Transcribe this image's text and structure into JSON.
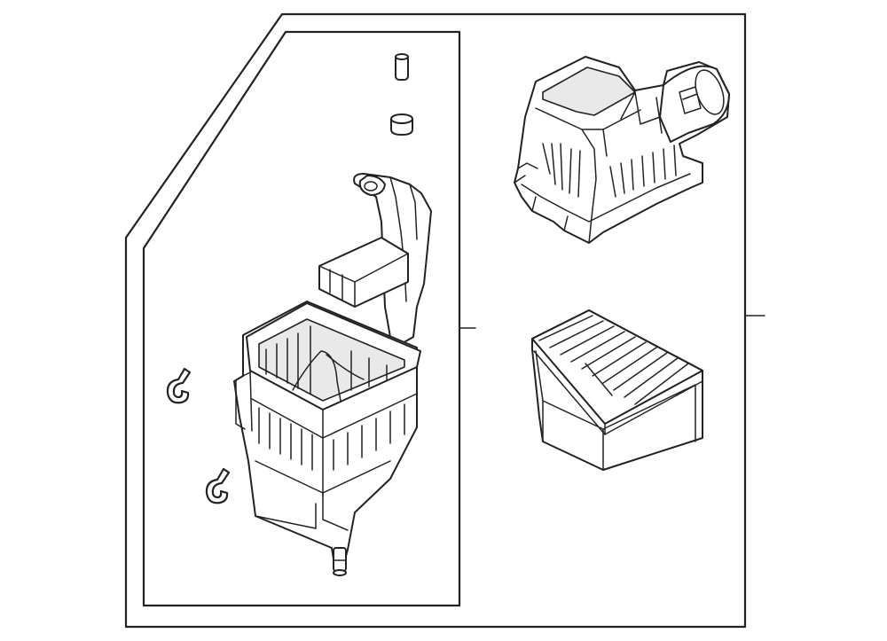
{
  "diagram": {
    "colors": {
      "line": "#222222",
      "background": "#ffffff",
      "shade": "#e9e9e9"
    },
    "parts": [
      {
        "id": "pin-upper",
        "icon": "pin-icon"
      },
      {
        "id": "grommet",
        "icon": "grommet-icon"
      },
      {
        "id": "lower-housing",
        "icon": "air-cleaner-lower-housing-icon"
      },
      {
        "id": "hook-clip-upper",
        "icon": "hook-clip-icon"
      },
      {
        "id": "hook-clip-lower",
        "icon": "hook-clip-icon"
      },
      {
        "id": "upper-cover",
        "icon": "air-cleaner-cover-icon"
      },
      {
        "id": "filter-element",
        "icon": "air-filter-element-icon"
      }
    ]
  }
}
